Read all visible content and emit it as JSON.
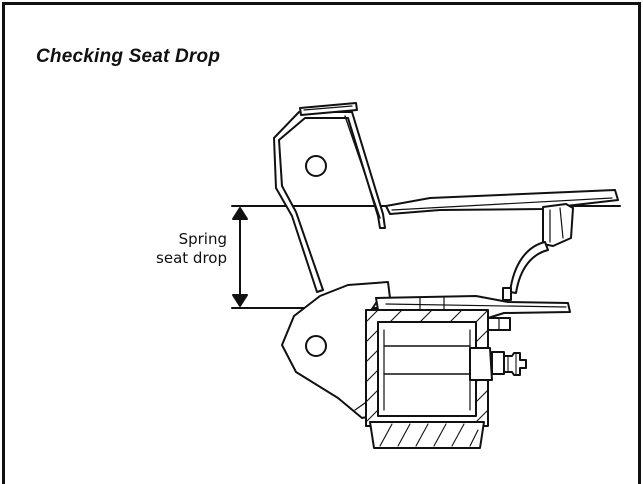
{
  "figure": {
    "title": "Checking Seat Drop",
    "label_line1": "Spring",
    "label_line2": "seat drop"
  }
}
